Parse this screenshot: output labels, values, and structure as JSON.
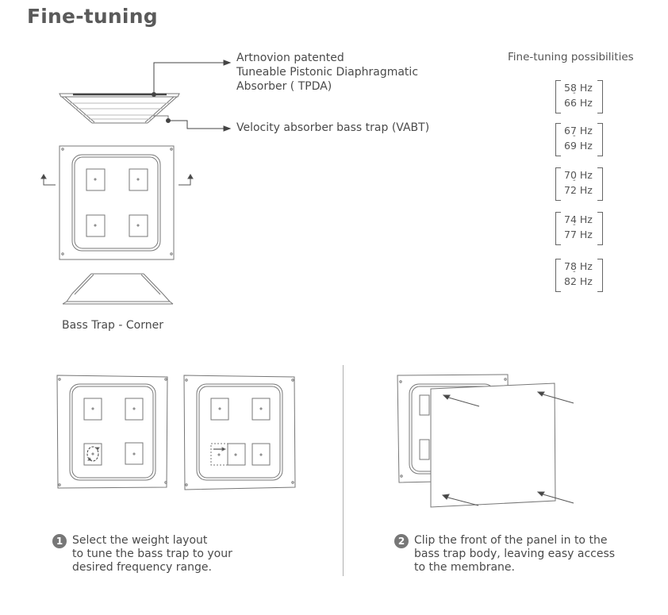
{
  "page": {
    "title": "Fine-tuning"
  },
  "callouts": {
    "tpda": {
      "lines": [
        "Artnovion patented",
        "Tuneable Pistonic Diaphragmatic",
        "Absorber ( TPDA)"
      ]
    },
    "vabt": {
      "label": "Velocity absorber bass trap (VABT)"
    }
  },
  "fine_tuning": {
    "heading": "Fine-tuning possibilities",
    "ranges": [
      {
        "from": "58 Hz",
        "sep": "-",
        "to": "66 Hz"
      },
      {
        "from": "67 Hz",
        "sep": "-",
        "to": "69 Hz"
      },
      {
        "from": "70 Hz",
        "sep": "-",
        "to": "72 Hz"
      },
      {
        "from": "74 Hz",
        "sep": "-",
        "to": "77 Hz"
      },
      {
        "from": "78 Hz",
        "sep": "-",
        "to": "82 Hz"
      }
    ]
  },
  "diagram": {
    "caption": "Bass Trap - Corner"
  },
  "steps": [
    {
      "number": "1",
      "lines": [
        "Select the weight layout",
        "to tune the bass trap to your",
        "desired frequency range."
      ]
    },
    {
      "number": "2",
      "lines": [
        "Clip the front of the panel in to the",
        "bass trap body, leaving easy access",
        "to the membrane."
      ]
    }
  ],
  "colors": {
    "text": "#4a4a4a",
    "line": "#666666",
    "badge": "#777777",
    "divider": "#b0b0b0"
  }
}
